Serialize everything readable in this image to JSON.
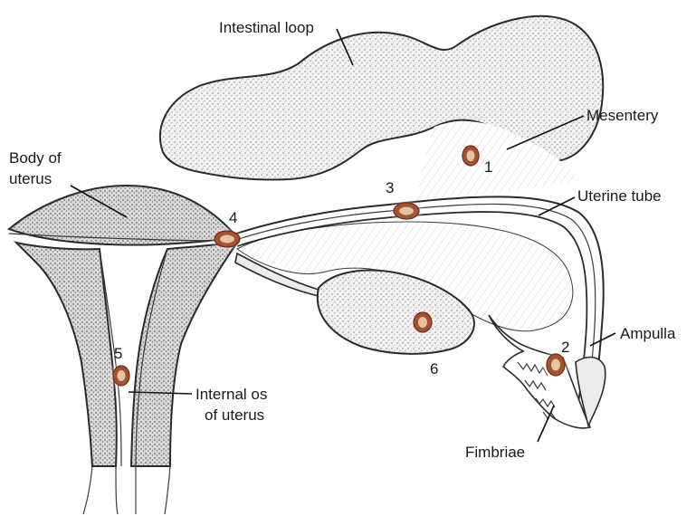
{
  "labels": {
    "intestinal_loop": "Intestinal loop",
    "mesentery": "Mesentery",
    "body_of_uterus_line1": "Body of",
    "body_of_uterus_line2": "uterus",
    "uterine_tube": "Uterine tube",
    "ampulla": "Ampulla",
    "internal_os_line1": "Internal os",
    "internal_os_line2": "of uterus",
    "fimbriae": "Fimbriae"
  },
  "site_numbers": [
    "1",
    "2",
    "3",
    "4",
    "5",
    "6"
  ],
  "colors": {
    "outline": "#2b2b2b",
    "stipple": "#9a9a9a",
    "implant_fill": "#a3532f",
    "implant_core": "#e7c3a6",
    "implant_glow": "#f6d9cf"
  }
}
